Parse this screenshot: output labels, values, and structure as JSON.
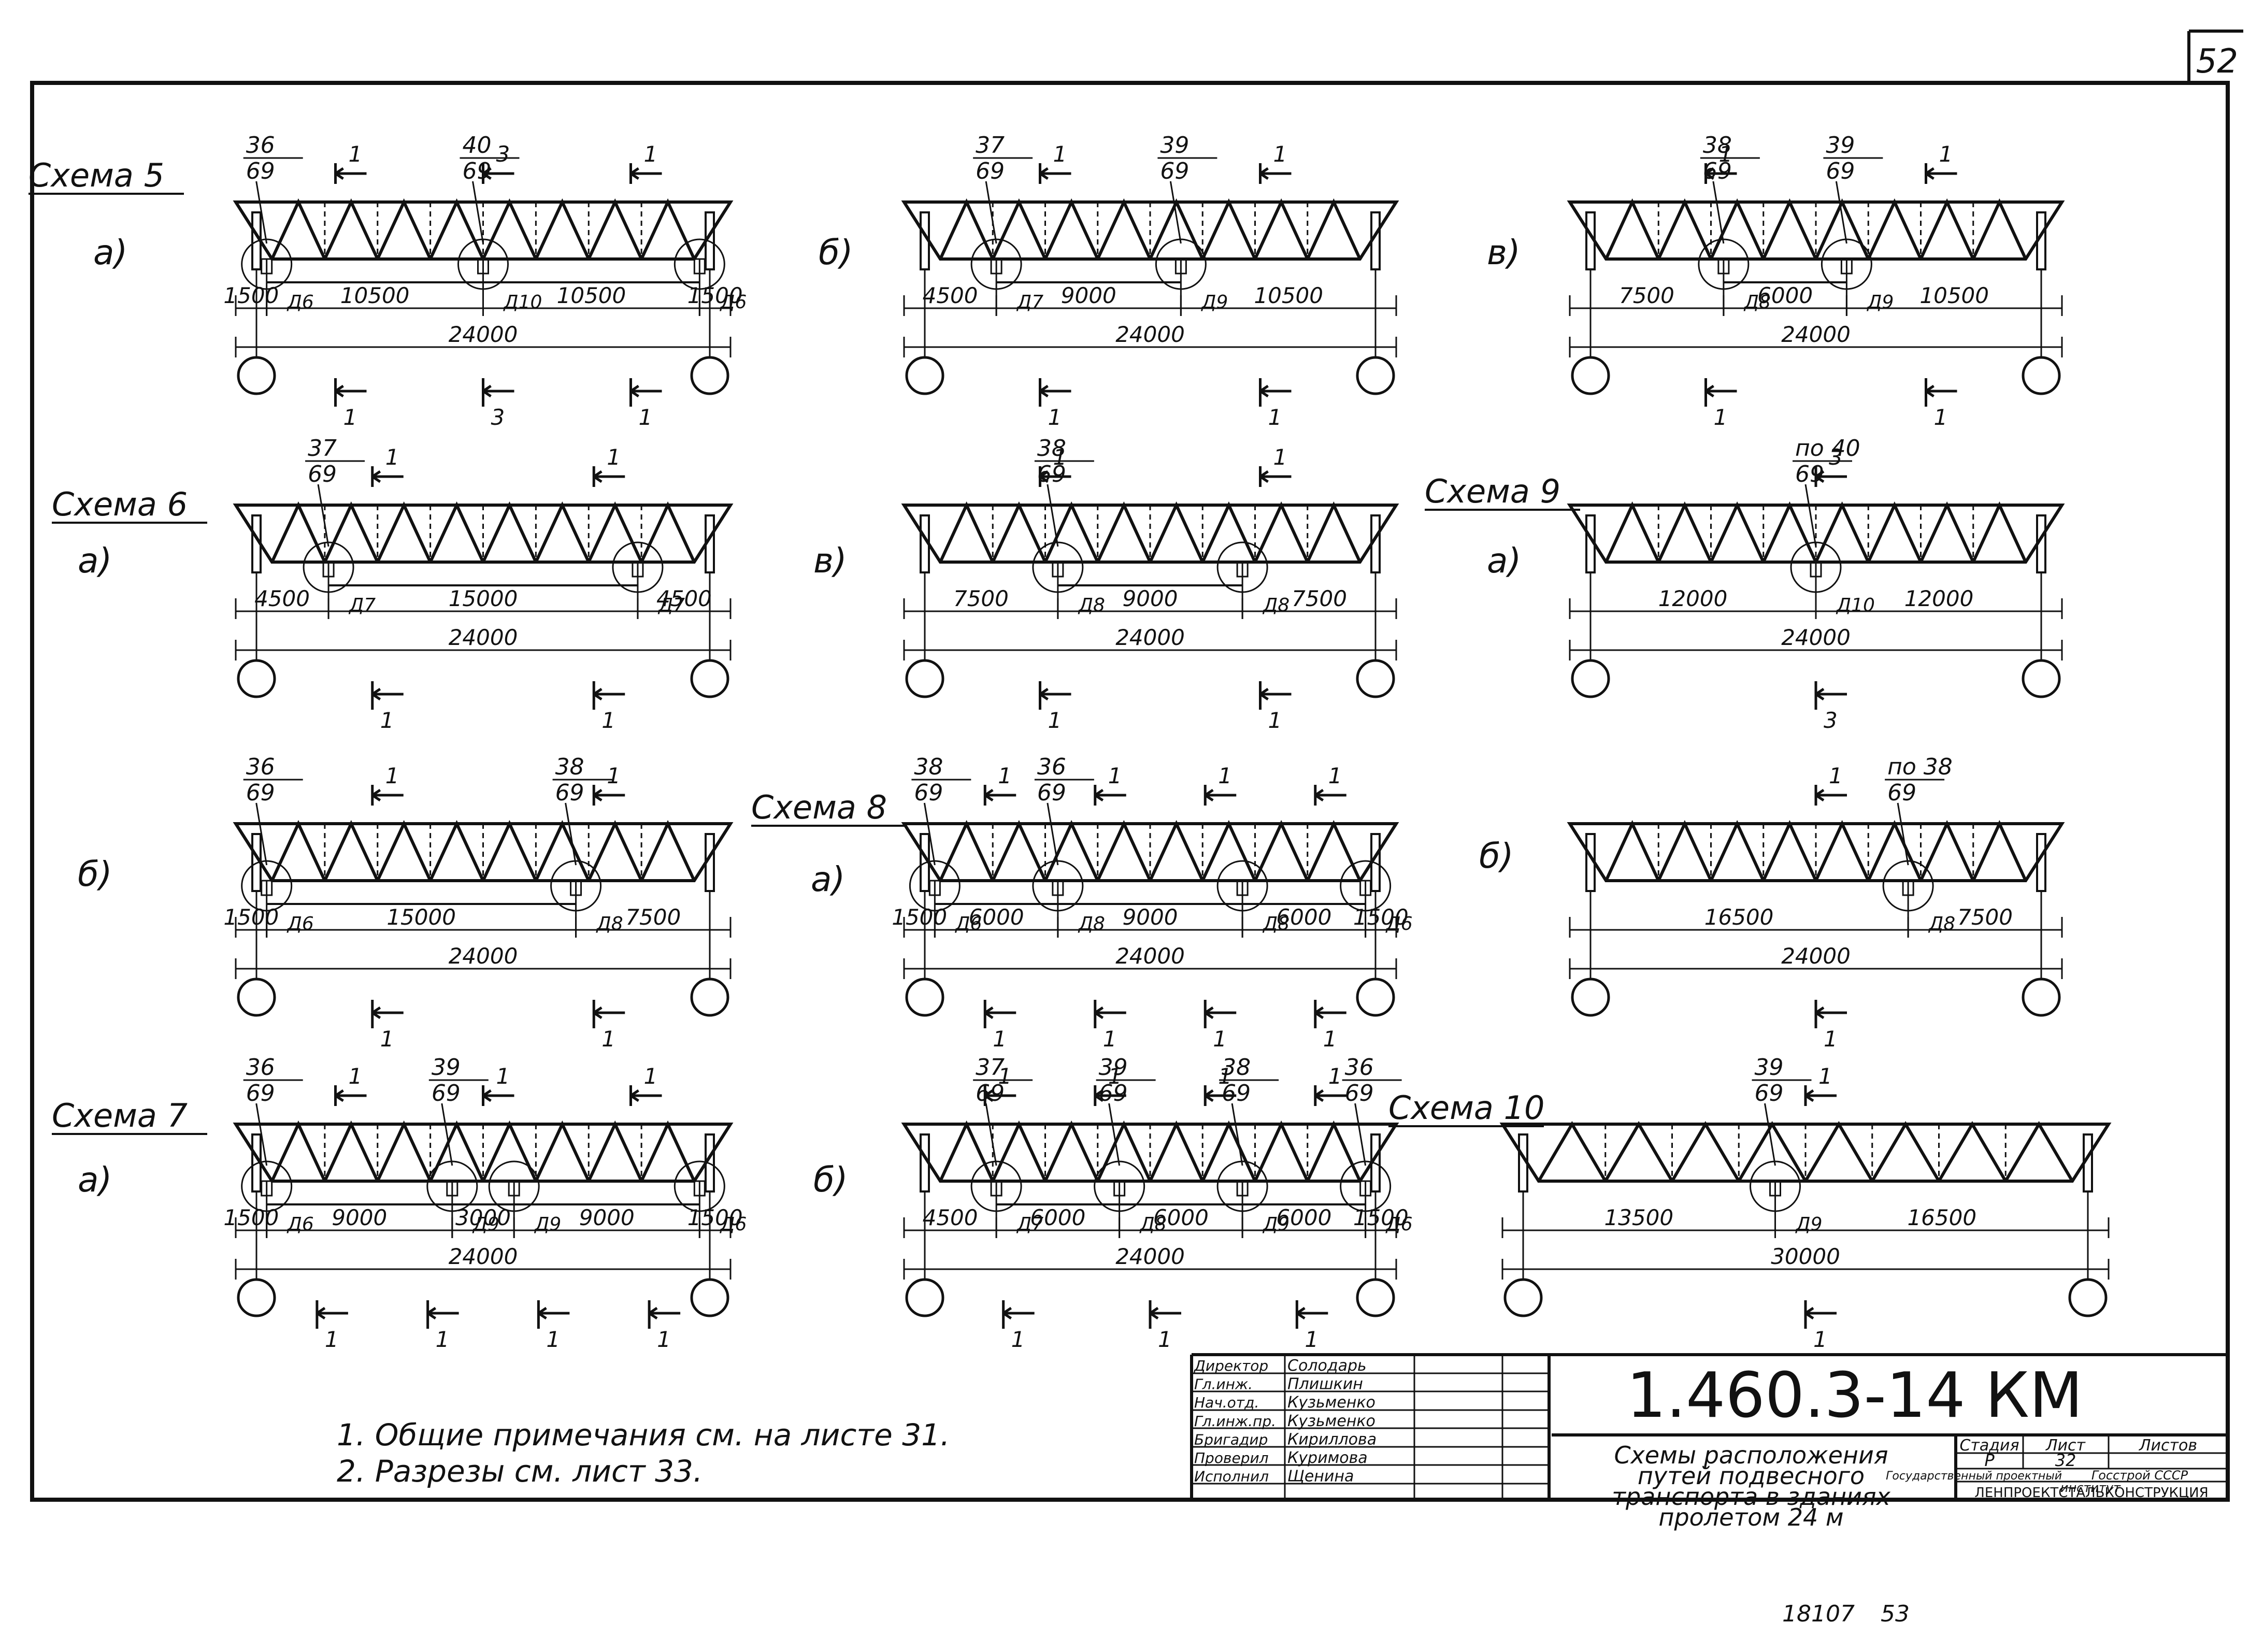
{
  "sheet_number": "52",
  "bottom_marks": [
    "18107",
    "53"
  ],
  "notes": [
    "1. Общие примечания см. на листе 31.",
    "2. Разрезы см. лист 33."
  ],
  "title_block": {
    "code": "1.460.3-14 КМ",
    "title_lines": [
      "Схемы расположения",
      "путей подвесного",
      "транспорта в зданиях",
      "пролетом 24 м"
    ],
    "stage_header": "Стадия",
    "sheet_header": "Лист",
    "sheets_header": "Листов",
    "stage": "Р",
    "sheet": "32",
    "org_lines": [
      "Госстрой СССР",
      "Государственный проектный",
      "институт"
    ],
    "org_name": "ЛЕНПРОЕКТСТАЛЬКОНСТРУКЦИЯ",
    "staff": [
      {
        "role": "Директор",
        "name": "Солодарь"
      },
      {
        "role": "Гл.инж.",
        "name": "Плишкин"
      },
      {
        "role": "Нач.отд.",
        "name": "Кузьменко"
      },
      {
        "role": "Гл.инж.пр.",
        "name": "Кузьменко"
      },
      {
        "role": "Бригадир",
        "name": "Кириллова"
      },
      {
        "role": "Проверил",
        "name": "Куримова"
      },
      {
        "role": "Исполнил",
        "name": "Щенина"
      }
    ]
  },
  "schemes": [
    {
      "scheme": "Схема 5",
      "variant": "а)",
      "span": "24000",
      "dims": [
        "1500",
        "10500",
        "10500",
        "1500"
      ],
      "details": [
        "36/69",
        "40/69"
      ],
      "devices": [
        "Д6",
        "Д10",
        "Д6"
      ],
      "cuts_top": [
        "1",
        "3",
        "1"
      ],
      "cuts_bottom": [
        "1",
        "3",
        "1"
      ]
    },
    {
      "scheme": "",
      "variant": "б)",
      "span": "24000",
      "dims": [
        "4500",
        "9000",
        "10500"
      ],
      "details": [
        "37/69",
        "39/69"
      ],
      "devices": [
        "Д7",
        "Д9"
      ],
      "cuts_top": [
        "1",
        "1"
      ],
      "cuts_bottom": [
        "1",
        "1"
      ]
    },
    {
      "scheme": "",
      "variant": "в)",
      "span": "24000",
      "dims": [
        "7500",
        "6000",
        "10500"
      ],
      "details": [
        "38/69",
        "39/69"
      ],
      "devices": [
        "Д8",
        "Д9"
      ],
      "cuts_top": [
        "1",
        "1"
      ],
      "cuts_bottom": [
        "1",
        "1"
      ]
    },
    {
      "scheme": "Схема 6",
      "variant": "а)",
      "span": "24000",
      "dims": [
        "4500",
        "15000",
        "4500"
      ],
      "details": [
        "37/69"
      ],
      "devices": [
        "Д7",
        "Д7"
      ],
      "cuts_top": [
        "1",
        "1"
      ],
      "cuts_bottom": [
        "1",
        "1"
      ]
    },
    {
      "scheme": "",
      "variant": "в)",
      "span": "24000",
      "dims": [
        "7500",
        "9000",
        "7500"
      ],
      "details": [
        "38/69"
      ],
      "devices": [
        "Д8",
        "Д8"
      ],
      "cuts_top": [
        "1",
        "1"
      ],
      "cuts_bottom": [
        "1",
        "1"
      ]
    },
    {
      "scheme": "Схема 9",
      "variant": "а)",
      "span": "24000",
      "dims": [
        "12000",
        "12000"
      ],
      "details": [
        "по 40/69"
      ],
      "devices": [
        "Д10"
      ],
      "cuts_top": [
        "3"
      ],
      "cuts_bottom": [
        "3"
      ]
    },
    {
      "scheme": "",
      "variant": "б)",
      "span": "24000",
      "dims": [
        "1500",
        "15000",
        "7500"
      ],
      "details": [
        "36/69",
        "38/69"
      ],
      "devices": [
        "Д6",
        "Д8"
      ],
      "cuts_top": [
        "1",
        "1"
      ],
      "cuts_bottom": [
        "1",
        "1"
      ]
    },
    {
      "scheme": "Схема 8",
      "variant": "а)",
      "span": "24000",
      "dims": [
        "1500",
        "6000",
        "9000",
        "6000",
        "1500"
      ],
      "details": [
        "38/69",
        "36/69"
      ],
      "devices": [
        "Д6",
        "Д8",
        "Д8",
        "Д6"
      ],
      "cuts_top": [
        "1",
        "1",
        "1",
        "1"
      ],
      "cuts_bottom": [
        "1",
        "1",
        "1",
        "1"
      ]
    },
    {
      "scheme": "",
      "variant": "б)",
      "span": "24000",
      "dims": [
        "16500",
        "7500"
      ],
      "details": [
        "по 38/69"
      ],
      "devices": [
        "Д8"
      ],
      "cuts_top": [
        "1"
      ],
      "cuts_bottom": [
        "1"
      ]
    },
    {
      "scheme": "Схема 7",
      "variant": "а)",
      "span": "24000",
      "dims": [
        "1500",
        "9000",
        "3000",
        "9000",
        "1500"
      ],
      "details": [
        "36/69",
        "39/69"
      ],
      "devices": [
        "Д6",
        "Д9",
        "Д9",
        "Д6"
      ],
      "cuts_top": [
        "1",
        "1",
        "1"
      ],
      "cuts_bottom": [
        "1",
        "1",
        "1",
        "1"
      ]
    },
    {
      "scheme": "",
      "variant": "б)",
      "span": "24000",
      "dims": [
        "4500",
        "6000",
        "6000",
        "6000",
        "1500"
      ],
      "details": [
        "37/69",
        "39/69",
        "38/69",
        "36/69"
      ],
      "devices": [
        "Д7",
        "Д8",
        "Д9",
        "Д6"
      ],
      "cuts_top": [
        "1",
        "1",
        "1",
        "1"
      ],
      "cuts_bottom": [
        "1",
        "1",
        "1"
      ]
    },
    {
      "scheme": "Схема 10",
      "variant": "",
      "span": "30000",
      "dims": [
        "13500",
        "16500"
      ],
      "details": [
        "39/69"
      ],
      "devices": [
        "Д9"
      ],
      "cuts_top": [
        "1"
      ],
      "cuts_bottom": [
        "1"
      ]
    }
  ]
}
